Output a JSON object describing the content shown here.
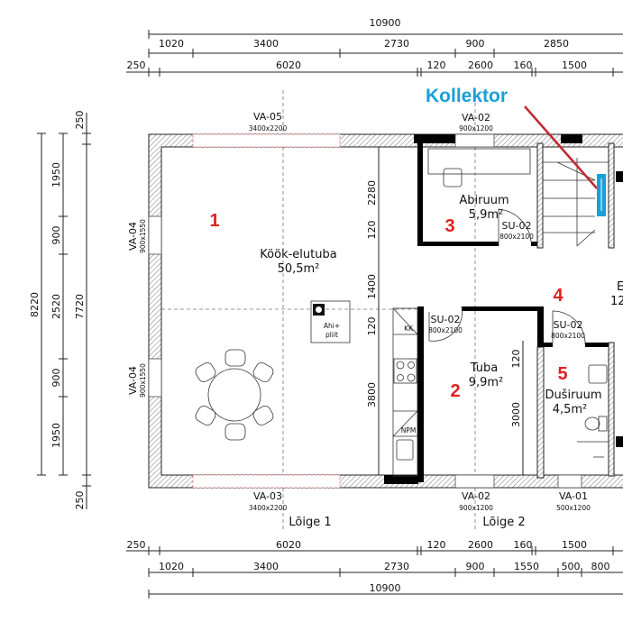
{
  "dimensions": {
    "top_total": "10900",
    "top_row2": [
      "1020",
      "3400",
      "2730",
      "900",
      "2850"
    ],
    "top_row3": [
      "250",
      "6020",
      "120",
      "2600",
      "160",
      "1500"
    ],
    "bottom_row1": [
      "250",
      "6020",
      "120",
      "2600",
      "160",
      "1500"
    ],
    "bottom_row2": [
      "1020",
      "3400",
      "2730",
      "900",
      "1550",
      "500",
      "800"
    ],
    "bottom_total": "10900",
    "left_total": "8220",
    "left_mid": [
      "1950",
      "900",
      "2520",
      "900",
      "1950"
    ],
    "left_inner": [
      "250",
      "7720",
      "250"
    ],
    "interior": [
      "2280",
      "120",
      "1400",
      "120",
      "3800"
    ],
    "tuba": [
      "120",
      "3000"
    ]
  },
  "windows": {
    "va05": {
      "code": "VA-05",
      "size": "3400x2200"
    },
    "va02_top": {
      "code": "VA-02",
      "size": "900x1200"
    },
    "va04_upper": {
      "code": "VA-04",
      "size": "900x1550"
    },
    "va04_lower": {
      "code": "VA-04",
      "size": "900x1550"
    },
    "va03": {
      "code": "VA-03",
      "size": "3400x2200"
    },
    "va02_bottom": {
      "code": "VA-02",
      "size": "900x1200"
    },
    "va01": {
      "code": "VA-01",
      "size": "500x1200"
    }
  },
  "doors": [
    {
      "code": "SU-02",
      "size": "800x2100"
    },
    {
      "code": "SU-02",
      "size": "800x2100"
    },
    {
      "code": "SU-02",
      "size": "800x2100"
    }
  ],
  "rooms": {
    "kitchen": {
      "name": "Köök-elutuba",
      "area": "50,5m²",
      "number": "1"
    },
    "tuba": {
      "name": "Tuba",
      "area": "9,9m²",
      "number": "2"
    },
    "abiruum": {
      "name": "Abiruum",
      "area": "5,9m²",
      "number": "3"
    },
    "hall": {
      "name": "E",
      "area": "12",
      "number": "4"
    },
    "dusiruum": {
      "name": "Duširuum",
      "area": "4,5m²",
      "number": "5"
    }
  },
  "fixtures": {
    "stove": "Ahi+\npliit",
    "fridge": "KK",
    "dishwasher": "NPM"
  },
  "sections": [
    "Lõige 1",
    "Lõige 2"
  ],
  "annotation": {
    "label": "Kollektor",
    "color": "#1a9fd8",
    "arrow_color": "#c0282d"
  },
  "colors": {
    "room_numbers": "#e02020"
  }
}
